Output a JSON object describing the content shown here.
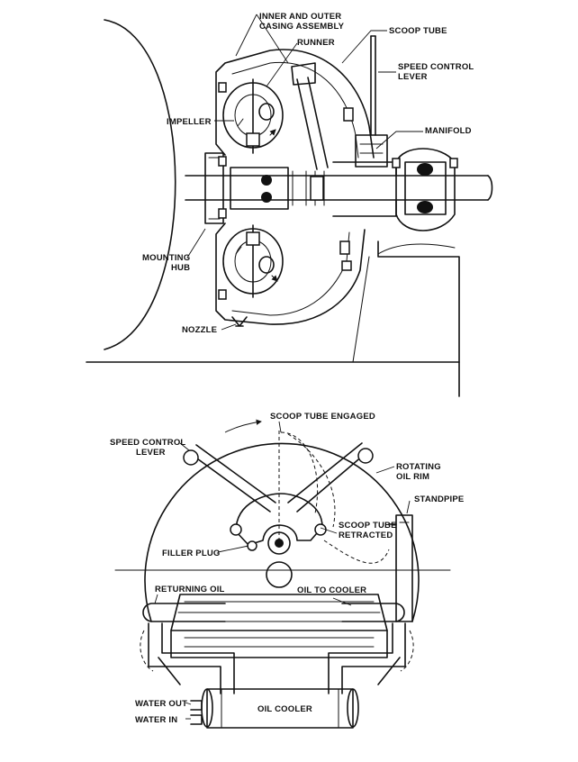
{
  "top_view": {
    "labels": {
      "casing": [
        "INNER AND OUTER",
        "CASING ASSEMBLY"
      ],
      "runner": "RUNNER",
      "scoop_tube": "SCOOP TUBE",
      "speed_control_lever": [
        "SPEED CONTROL",
        "LEVER"
      ],
      "impeller": "IMPELLER",
      "manifold": "MANIFOLD",
      "mounting_hub": [
        "MOUNTING",
        "HUB"
      ],
      "nozzle": "NOZZLE"
    }
  },
  "bottom_view": {
    "labels": {
      "scoop_tube_engaged": "SCOOP TUBE ENGAGED",
      "speed_control_lever": [
        "SPEED CONTROL",
        "LEVER"
      ],
      "rotating_oil_rim": [
        "ROTATING",
        "OIL RIM"
      ],
      "standpipe": "STANDPIPE",
      "scoop_tube_retracted": [
        "SCOOP TUBE",
        "RETRACTED"
      ],
      "filler_plug": "FILLER PLUG",
      "returning_oil": "RETURNING OIL",
      "oil_to_cooler": "OIL TO COOLER",
      "oil_cooler": "OIL COOLER",
      "water_out": "WATER OUT",
      "water_in": "WATER IN"
    }
  }
}
